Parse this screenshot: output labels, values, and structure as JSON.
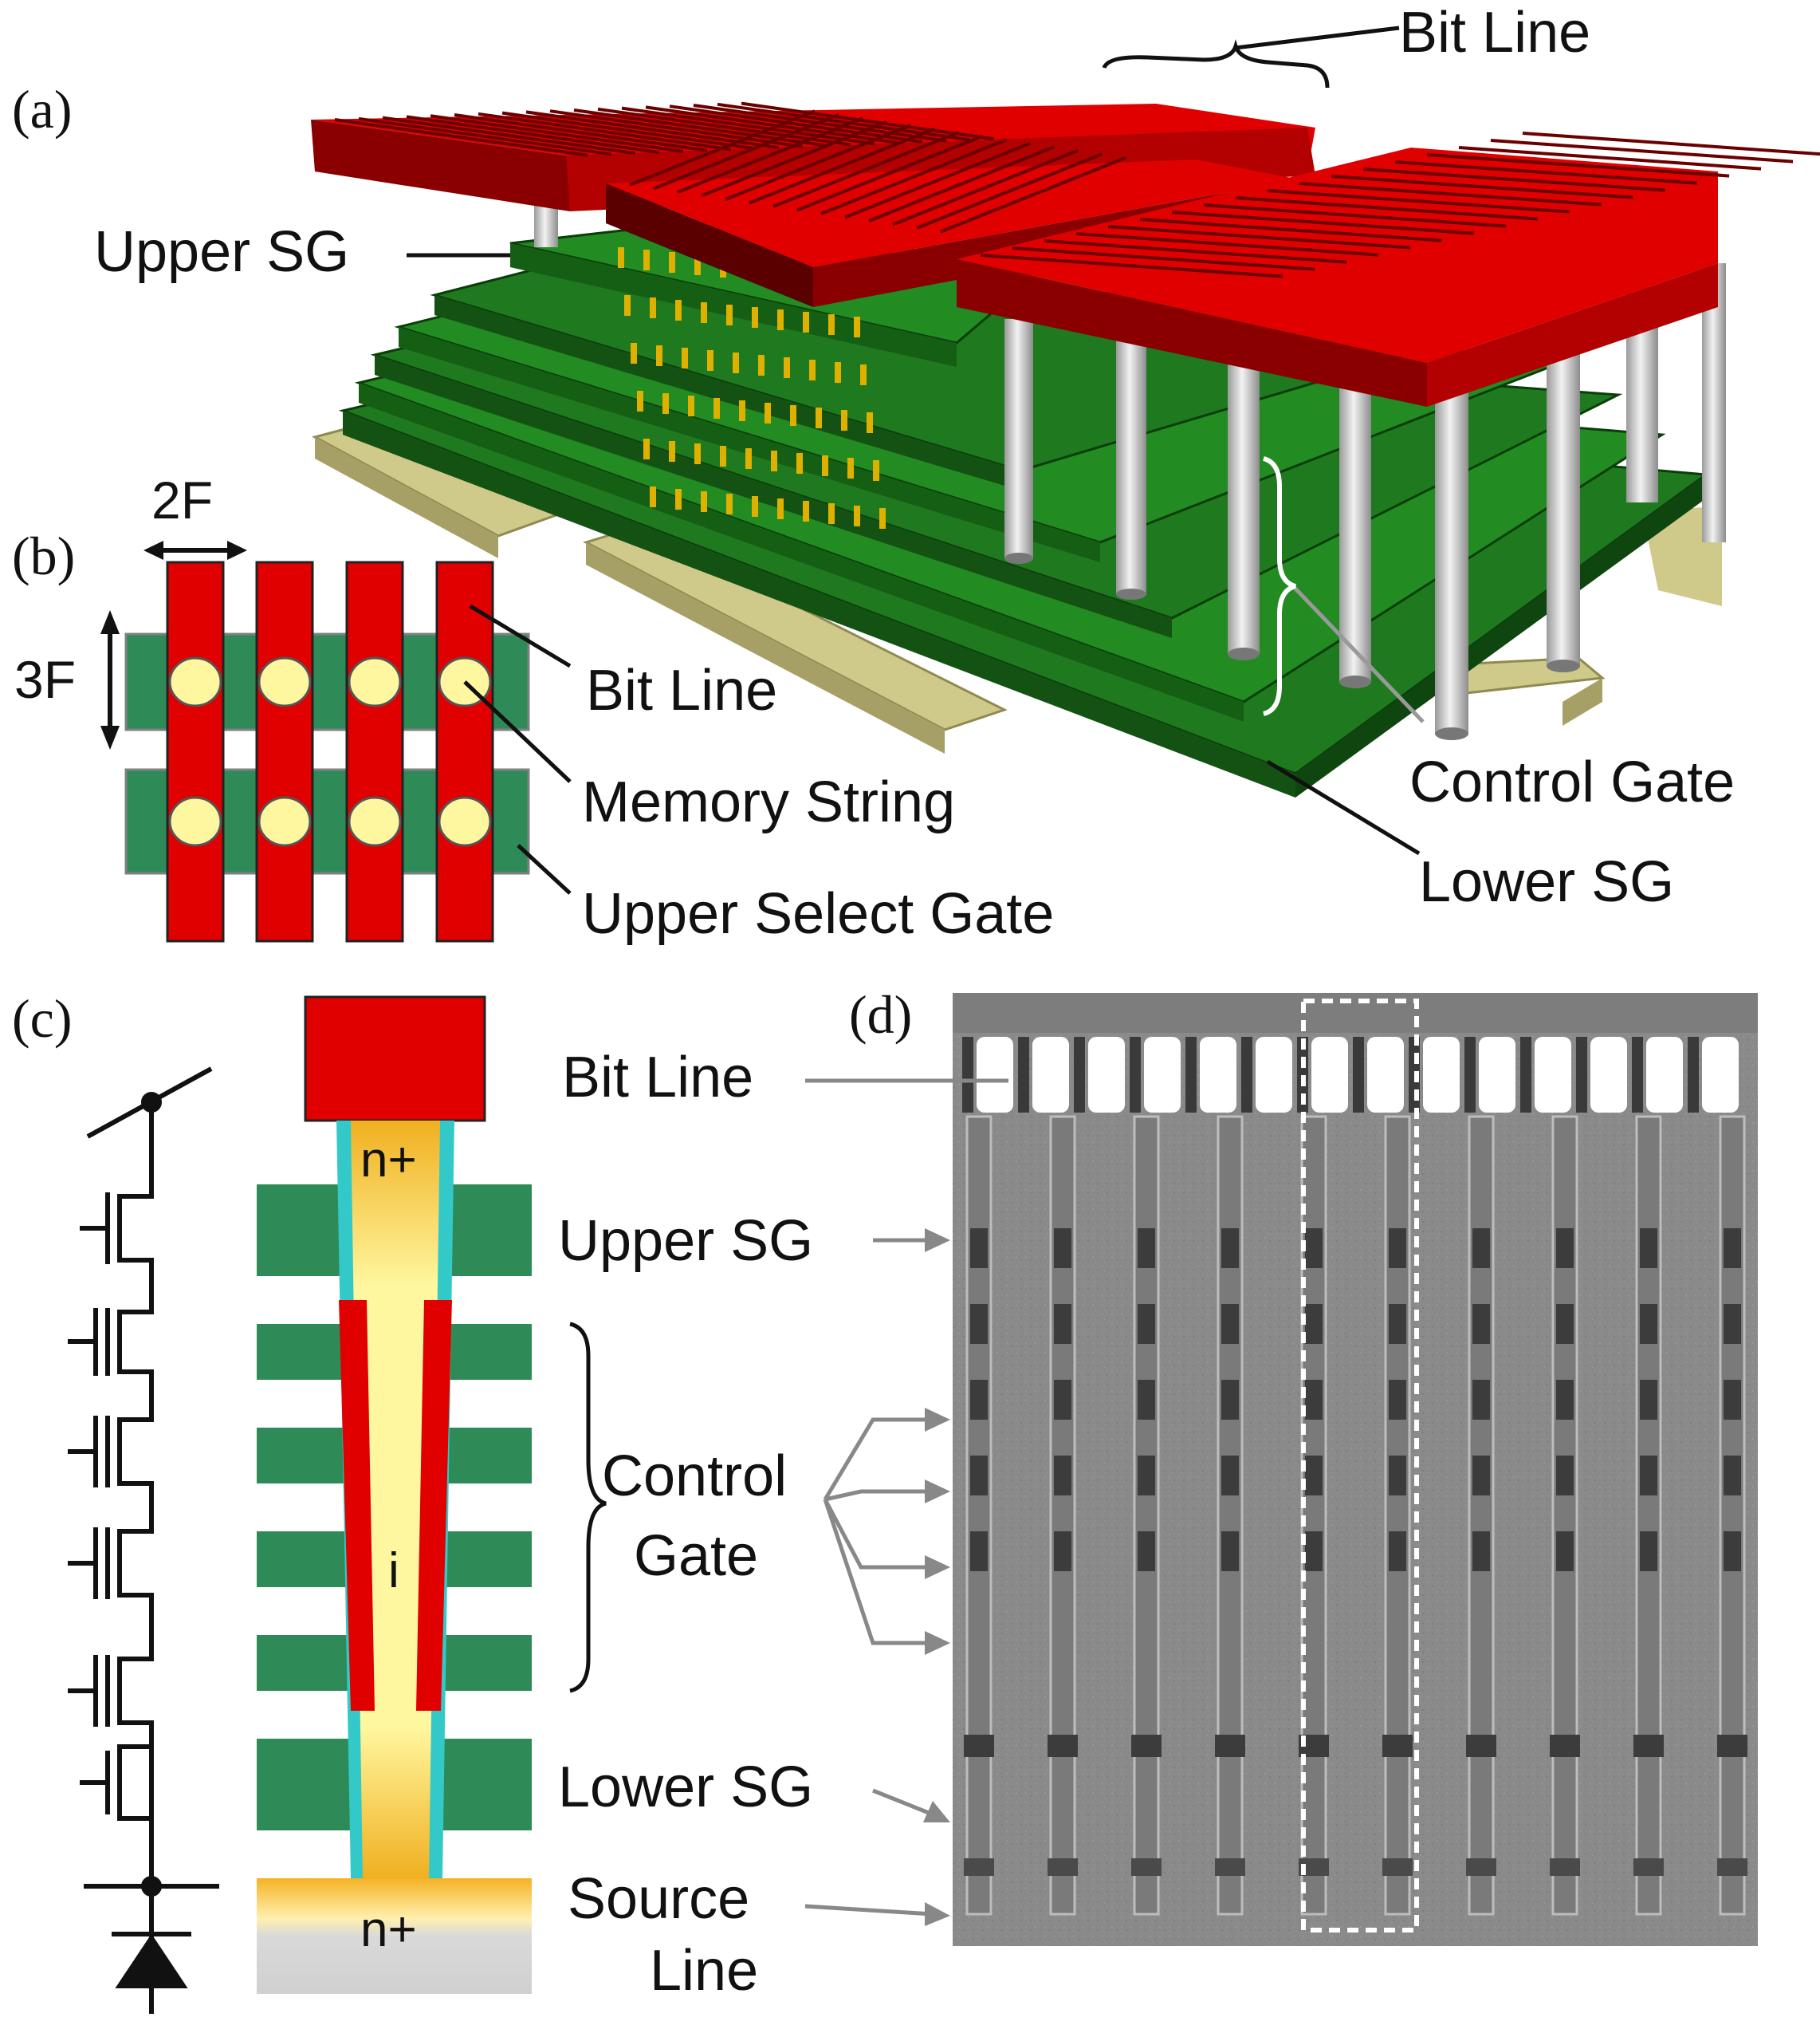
{
  "panels": {
    "a": {
      "label": "(a)",
      "bit_line": "Bit Line",
      "upper_sg": "Upper SG",
      "control_gate": "Control Gate",
      "lower_sg": "Lower SG"
    },
    "b": {
      "label": "(b)",
      "pitch_x": "2F",
      "pitch_y": "3F",
      "bit_line": "Bit Line",
      "memory_string": "Memory String",
      "upper_select_gate": "Upper Select Gate"
    },
    "c": {
      "label": "(c)",
      "top_doping": "n+",
      "channel": "i",
      "bottom_doping": "n+"
    },
    "d": {
      "label": "(d)",
      "bit_line": "Bit Line",
      "upper_sg": "Upper SG",
      "control_gate_line1": "Control",
      "control_gate_line2": "Gate",
      "lower_sg": "Lower SG",
      "source_line_line1": "Source",
      "source_line_line2": "Line"
    }
  },
  "colors": {
    "bit_line_red": "#e00000",
    "gate_green": "#2e8b57",
    "stack_green": "#1f7a1f",
    "pillar_yellow": "#fff7a0",
    "oxide_cyan": "#33c9c9",
    "source_tan": "#cfc98a",
    "sem_gray": "#8a8a8a"
  }
}
